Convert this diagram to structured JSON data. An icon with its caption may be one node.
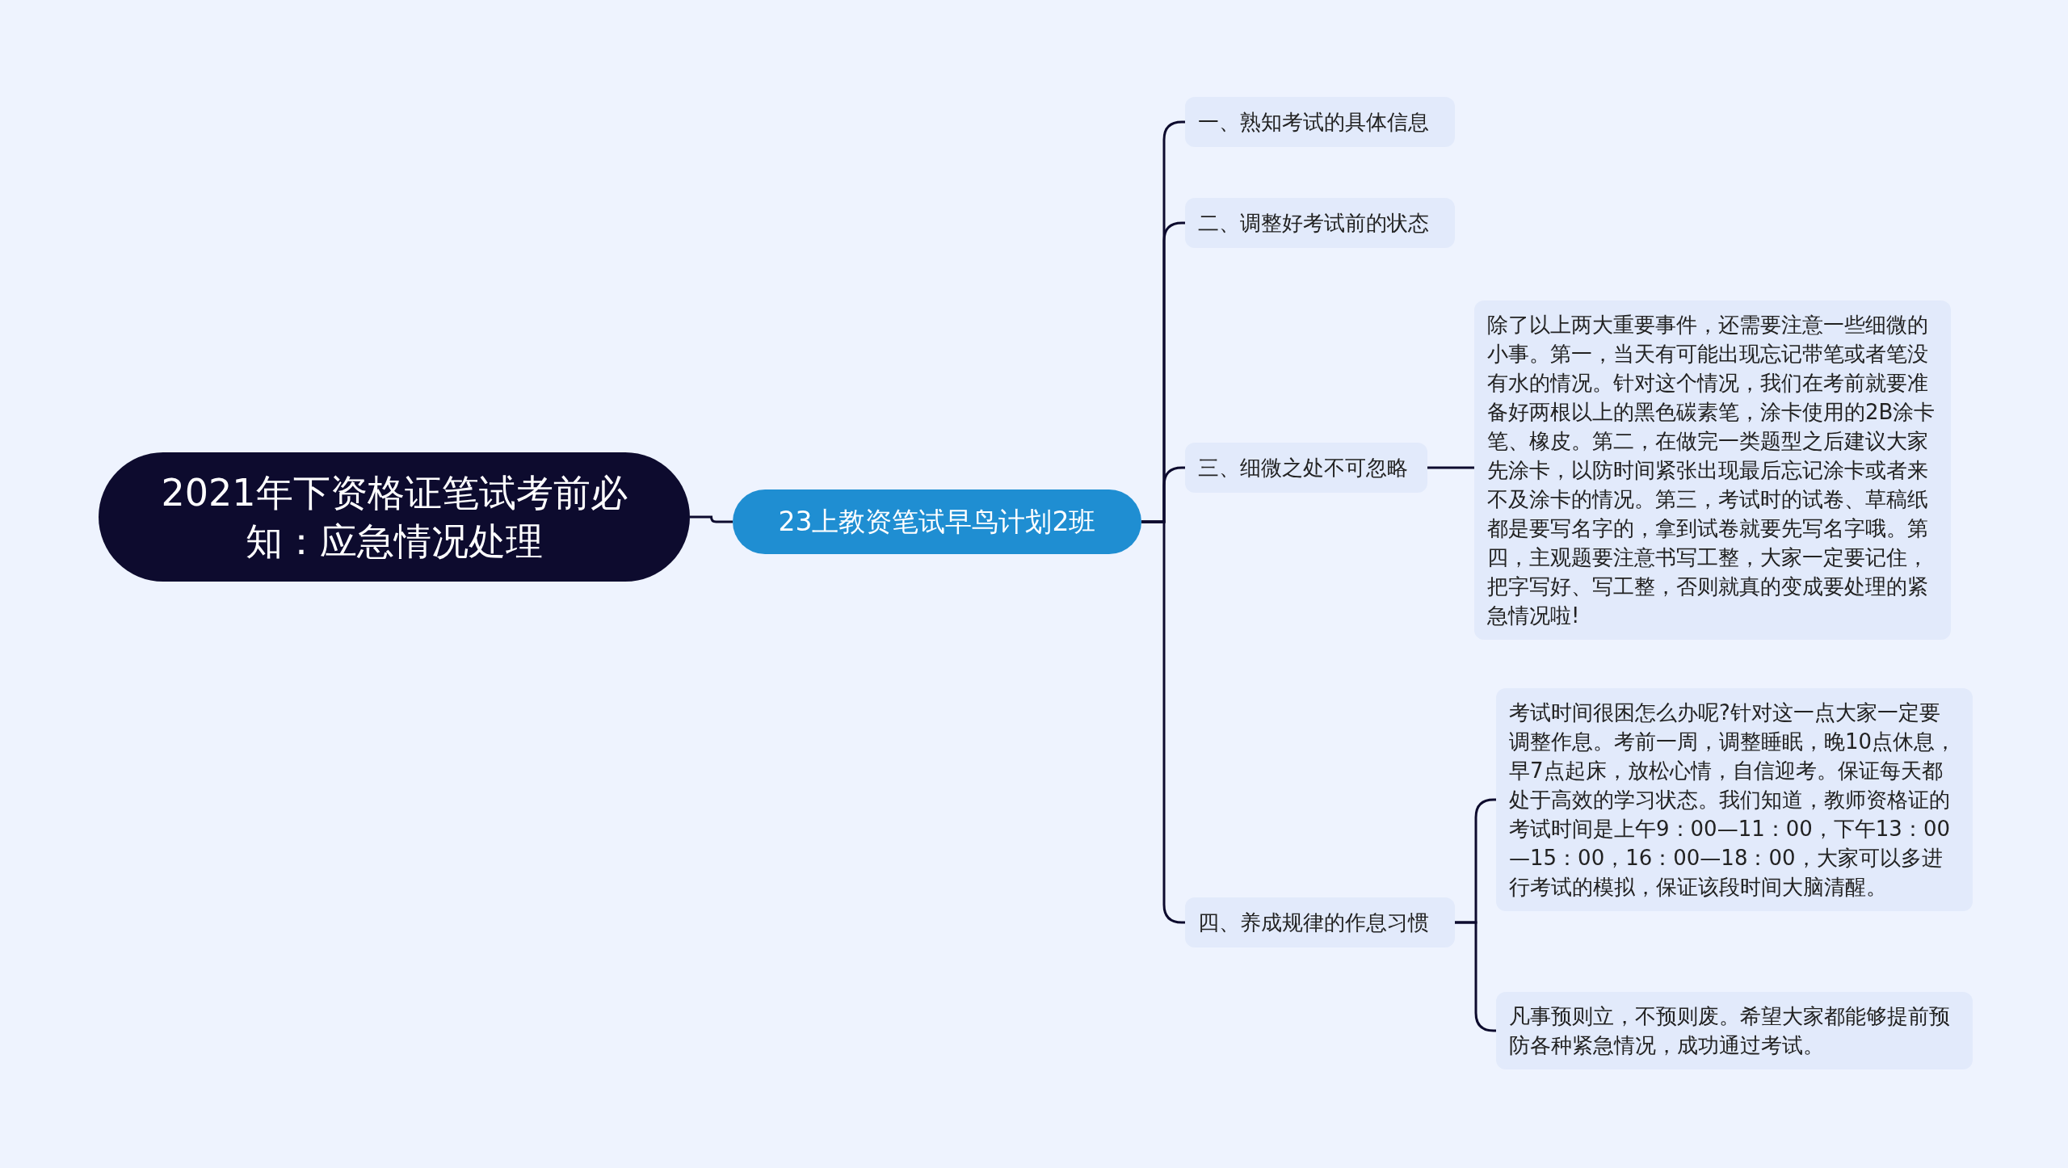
{
  "diagram": {
    "nodes": [
      {
        "text": [
          "2021年下资格证笔试考前必知：应急情况处理"
        ]
      },
      {
        "text": [
          "23上教资笔试早鸟计划2班"
        ]
      },
      {
        "text": [
          "一、熟知考试的具体信息"
        ]
      },
      {
        "text": [
          "二、调整好考试前的状态"
        ]
      },
      {
        "text": [
          "三、细微之处不可忽略"
        ]
      },
      {
        "text": [
          "四、养成规律的作息习惯"
        ]
      },
      {
        "text": [
          "除了以上两大重要事件，还需要注意一些细微的小事。第一，当天有可能出现忘记带笔或者笔没有水的情况。针对这个情况，我们在考前就要准备好两根以上的黑色碳素笔，涂卡使用的2B涂卡笔、橡皮。第二，在做完一类题型之后建议大家先涂卡，以防时间紧张出现最后忘记涂卡或者来不及涂卡的情况。第三，考试时的试卷、草稿纸都是要写名字的，拿到试卷就要先写名字哦。第四，主观题要注意书写工整，大家一定要记住，把字写好、写工整，否则就真的变成要处理的紧急情况啦!"
        ]
      },
      {
        "text": [
          "考试时间很困怎么办呢?针对这一点大家一定要调整作息。考前一周，调整睡眠，晚10点休息，早7点起床，放松心情，自信迎考。保证每天都处于高效的学习状态。我们知道，教师资格证的考试时间是上午9：00—11：00，下午13：00—15：00，16：00—18：00，大家可以多进行考试的模拟，保证该段时间大脑清醒。"
        ]
      },
      {
        "text": [
          "凡事预则立，不预则废。希望大家都能够提前预防各种紧急情况，成功通过考试。"
        ]
      }
    ],
    "edges": [
      {
        "from": 0,
        "to": 1,
        "arrow": "none"
      },
      {
        "from": 1,
        "to": 2,
        "arrow": "none"
      },
      {
        "from": 1,
        "to": 3,
        "arrow": "none"
      },
      {
        "from": 1,
        "to": 4,
        "arrow": "none"
      },
      {
        "from": 1,
        "to": 5,
        "arrow": "none"
      },
      {
        "from": 4,
        "to": 6,
        "arrow": "none"
      },
      {
        "from": 5,
        "to": 7,
        "arrow": "none"
      },
      {
        "from": 5,
        "to": 8,
        "arrow": "none"
      }
    ]
  }
}
